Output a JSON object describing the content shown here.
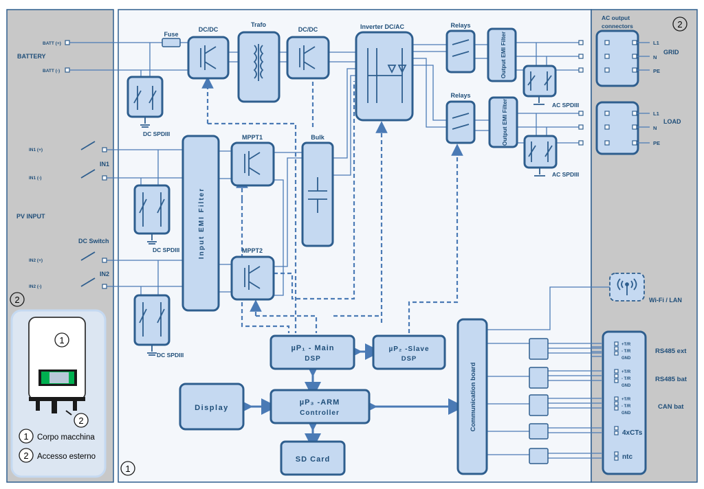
{
  "left_panel": {
    "battery": "BATTERY",
    "batt_pos": "BATT (+)",
    "batt_neg": "BATT (-)",
    "in1_pos": "IN1 (+)",
    "in1_neg": "IN1 (-)",
    "in1": "IN1",
    "pv_input": "PV INPUT",
    "dc_switch": "DC Switch",
    "in2_pos": "IN2 (+)",
    "in2_neg": "IN2 (-)",
    "in2": "IN2"
  },
  "legend": {
    "badge_main": "1",
    "badge_ext": "2",
    "corpo": "Corpo macchina",
    "accesso": "Accesso esterno"
  },
  "zones": {
    "left": "2",
    "center": "1",
    "right": "2"
  },
  "blocks": {
    "fuse": "Fuse",
    "dcdc1": "DC/DC",
    "trafo": "Trafo",
    "dcdc2": "DC/DC",
    "inverter": "Inverter DC/AC",
    "relays1": "Relays",
    "relays2": "Relays",
    "emi_out": "Output EMI Filter",
    "emi_in": "Input EMI Filter",
    "mppt1": "MPPT1",
    "mppt2": "MPPT2",
    "bulk": "Bulk",
    "dc_spd": "DC SPDIII",
    "ac_spd": "AC SPDIII",
    "main_dsp_1": "µP₁ - Main",
    "main_dsp_2": "DSP",
    "slave_dsp_1": "µP₂ -Slave",
    "slave_dsp_2": "DSP",
    "arm_1": "µP₃ -ARM",
    "arm_2": "Controller",
    "display": "Display",
    "sd_card": "SD Card",
    "comm_board": "Communication board"
  },
  "right_panel": {
    "ac_output_1": "AC output",
    "ac_output_2": "connectors",
    "grid": "GRID",
    "load": "LOAD",
    "l1": "L1",
    "n": "N",
    "pe": "PE",
    "wifi": "Wi-Fi / LAN",
    "rs485_ext": "RS485 ext",
    "rs485_bat": "RS485 bat",
    "can_bat": "CAN bat",
    "ct": "4xCTs",
    "ntc": "ntc",
    "tr_pos": "+T/R",
    "tr_neg": "- T/R",
    "gnd": "GND"
  },
  "colors": {
    "panel_gray": "#c8c8c8",
    "block_fill": "#c5d9f1",
    "block_stroke": "#2e5e8e",
    "line": "#4a7ab5",
    "text": "#1f4e79"
  }
}
